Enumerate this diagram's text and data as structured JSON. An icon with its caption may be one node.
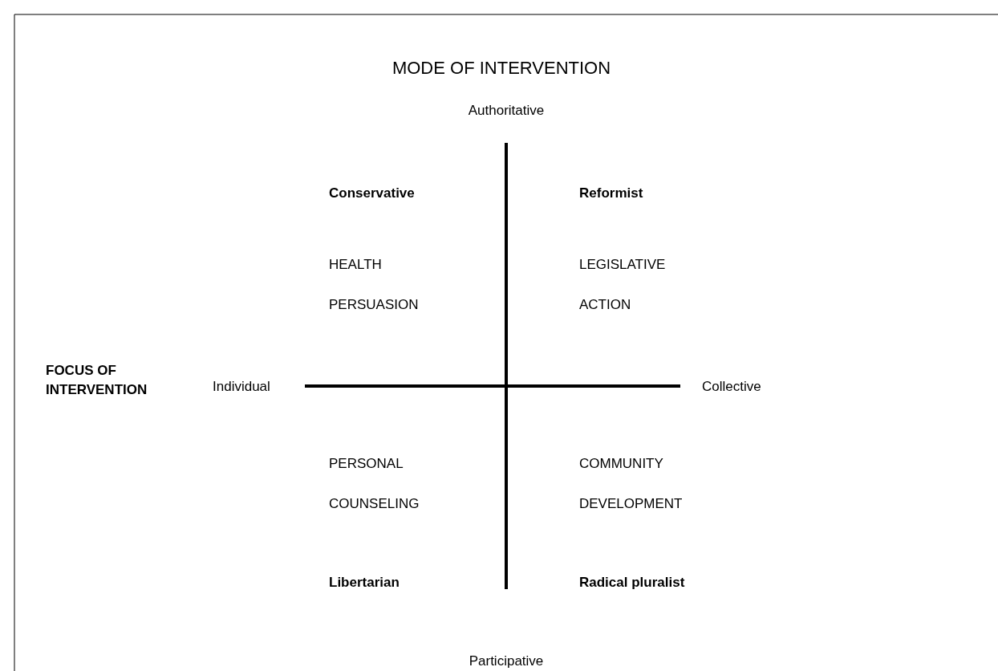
{
  "diagram": {
    "labels": [
      "MODE OF INTERVENTION",
      "Authoritative",
      "Conservative",
      "Reformist",
      "HEALTH PERSUASION",
      "LEGISLATIVE ACTION",
      "FOCUS OF INTERVENTION",
      "Individual",
      "Collective",
      "PERSONAL COUNSELING",
      "COMMUNITY DEVELOPMENT",
      "Libertarian",
      "Radical pluralist",
      "Participative"
    ]
  }
}
